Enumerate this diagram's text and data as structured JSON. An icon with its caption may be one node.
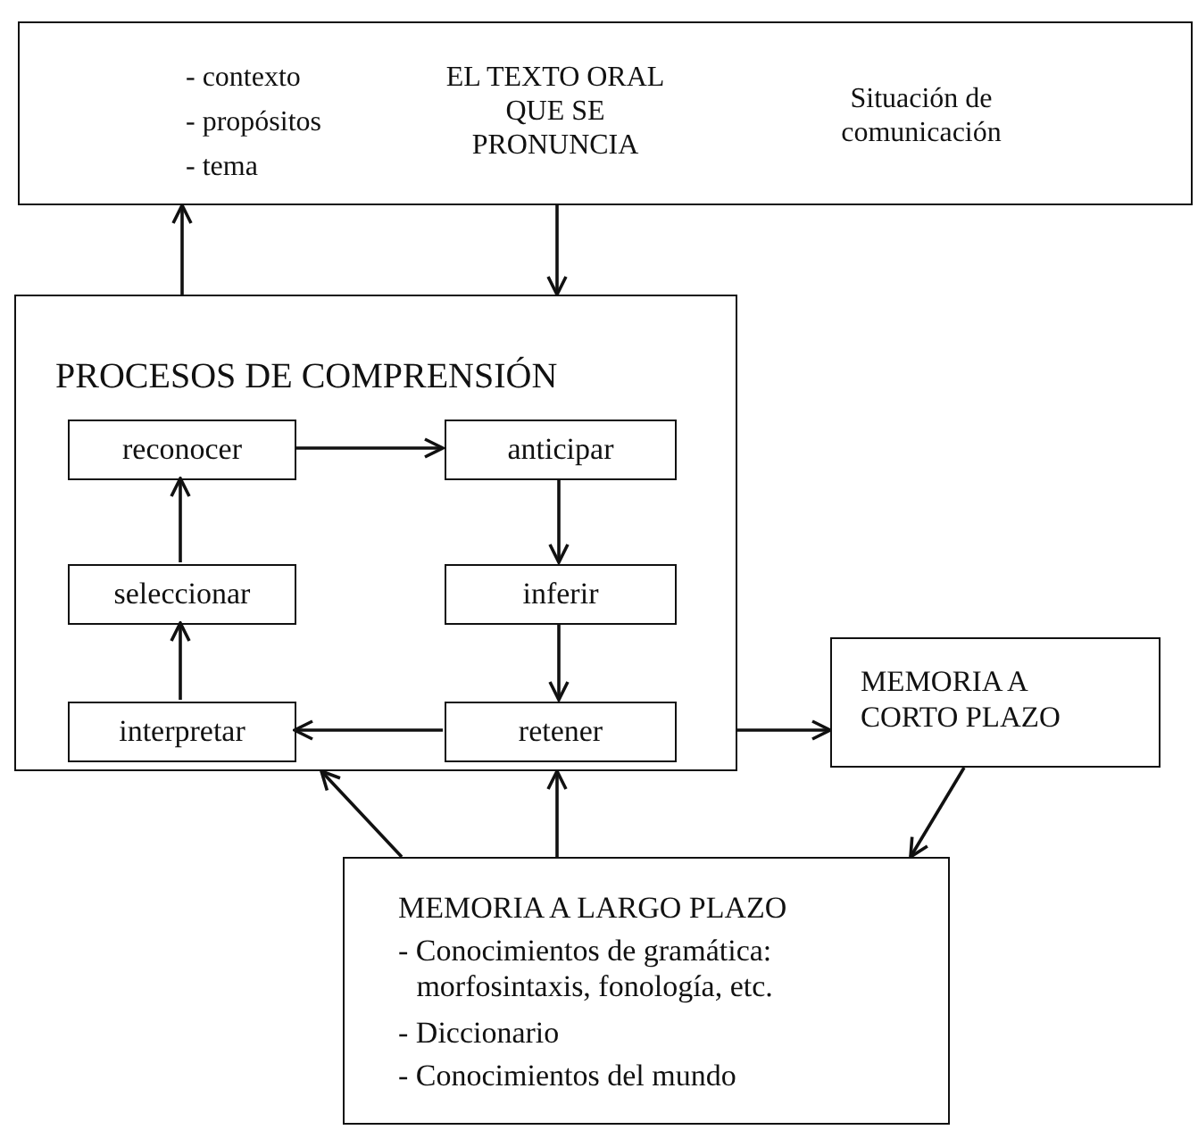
{
  "diagram": {
    "nodes": [
      {
        "text": [
          "- contexto",
          "- propósitos",
          "- tema",
          "EL TEXTO ORAL QUE SE PRONUNCIA",
          "Situación de comunicación"
        ]
      },
      {
        "text": [
          "PROCESOS DE COMPRENSIÓN"
        ]
      },
      {
        "text": [
          "reconocer"
        ],
        "in": 1
      },
      {
        "text": [
          "anticipar"
        ],
        "in": 1
      },
      {
        "text": [
          "seleccionar"
        ],
        "in": 1
      },
      {
        "text": [
          "inferir"
        ],
        "in": 1
      },
      {
        "text": [
          "interpretar"
        ],
        "in": 1
      },
      {
        "text": [
          "retener"
        ],
        "in": 1
      },
      {
        "text": [
          "MEMORIA A CORTO PLAZO"
        ]
      },
      {
        "text": [
          "MEMORIA A LARGO PLAZO",
          "- Conocimientos de gramática: morfosintaxis, fonología, etc.",
          "- Diccionario",
          "- Conocimientos del mundo"
        ]
      }
    ],
    "edges": [
      {
        "from": 1,
        "to": 0,
        "arrow": "to"
      },
      {
        "from": 0,
        "to": 1,
        "arrow": "to"
      },
      {
        "from": 2,
        "to": 3,
        "arrow": "to"
      },
      {
        "from": 3,
        "to": 5,
        "arrow": "to"
      },
      {
        "from": 5,
        "to": 7,
        "arrow": "to"
      },
      {
        "from": 7,
        "to": 6,
        "arrow": "to"
      },
      {
        "from": 6,
        "to": 4,
        "arrow": "to"
      },
      {
        "from": 4,
        "to": 2,
        "arrow": "to"
      },
      {
        "from": 1,
        "to": 8,
        "arrow": "to"
      },
      {
        "from": 8,
        "to": 9,
        "arrow": "to"
      },
      {
        "from": 9,
        "to": 1,
        "arrow": "to"
      },
      {
        "from": 9,
        "to": 1,
        "arrow": "to"
      }
    ]
  }
}
